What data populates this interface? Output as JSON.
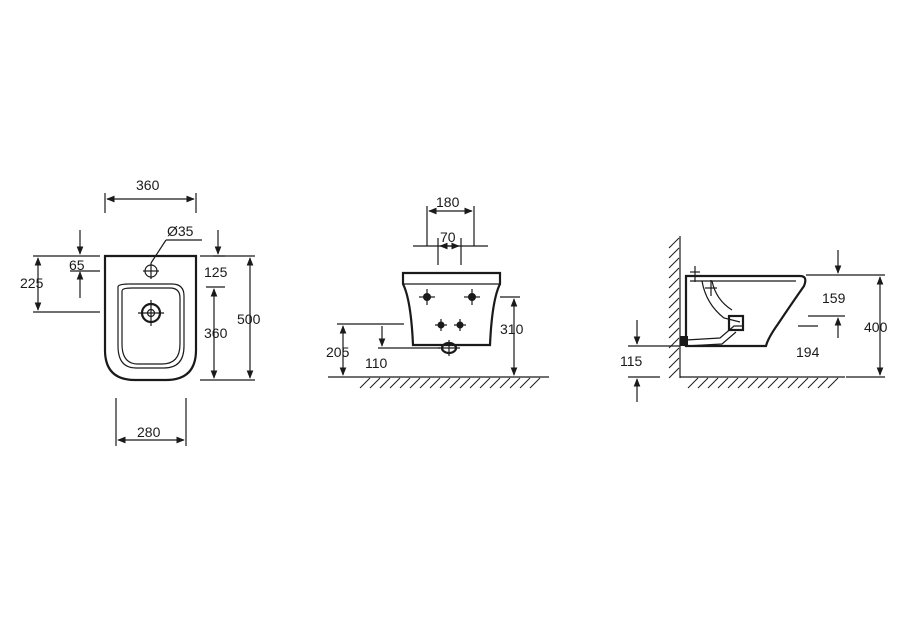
{
  "views": {
    "top": {
      "width_total": "360",
      "hole_dia": "Ø35",
      "offset_65": "65",
      "offset_225": "225",
      "offset_125": "125",
      "inner_360": "360",
      "length_500": "500",
      "base_280": "280"
    },
    "front": {
      "top_180": "180",
      "top_70": "70",
      "height_310": "310",
      "height_205": "205",
      "offset_110": "110"
    },
    "side": {
      "d_159": "159",
      "d_400": "400",
      "d_194": "194",
      "d_115": "115"
    }
  }
}
